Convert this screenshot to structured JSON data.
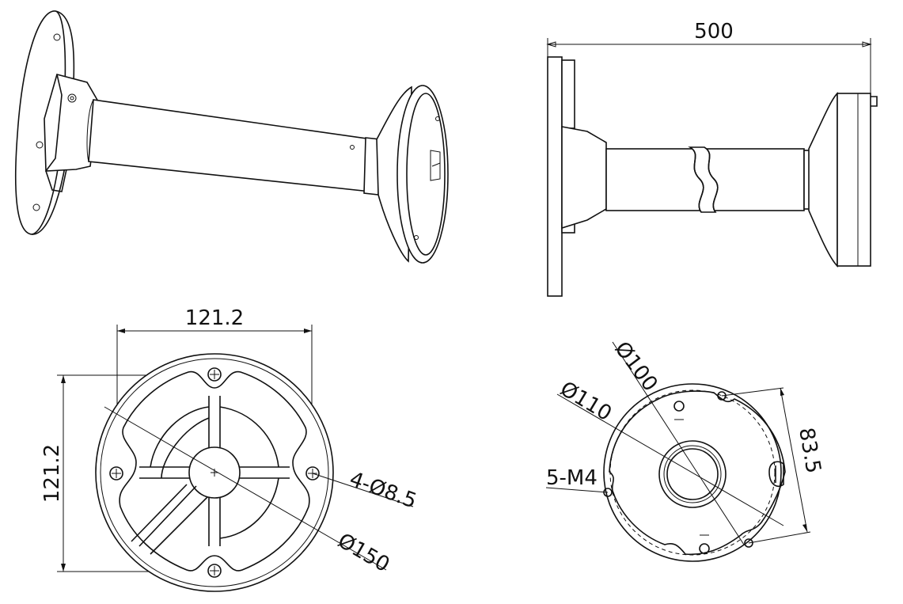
{
  "views": {
    "side": {
      "overall_length": "500"
    },
    "base": {
      "width": "121.2",
      "height": "121.2",
      "holes": "4-Ø8.5",
      "diameter": "Ø150"
    },
    "mount": {
      "inner_diameter": "Ø100",
      "outer_diameter": "Ø110",
      "screws": "5-M4",
      "hole_spacing": "83.5"
    }
  }
}
